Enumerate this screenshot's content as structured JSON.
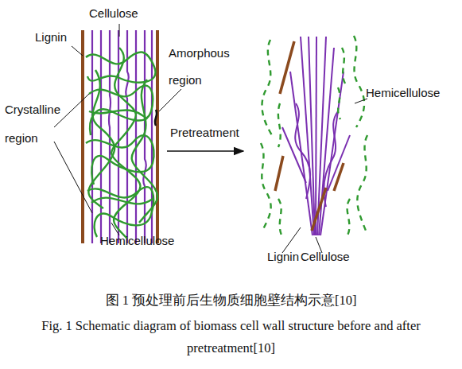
{
  "diagram": {
    "caption": "图 1 预处理前后生物质细胞壁结构示意[10]",
    "labels": [
      "Cellulose",
      "Lignin",
      "Amorphous region",
      "Crystalline region",
      "Pretreatment",
      "Hemicellulose",
      "Hemicellulose",
      "Lignin",
      "Cellulose",
      "Fig. 1 Schematic diagram of biomass cell wall structure before and after pretreatment[10]"
    ]
  }
}
